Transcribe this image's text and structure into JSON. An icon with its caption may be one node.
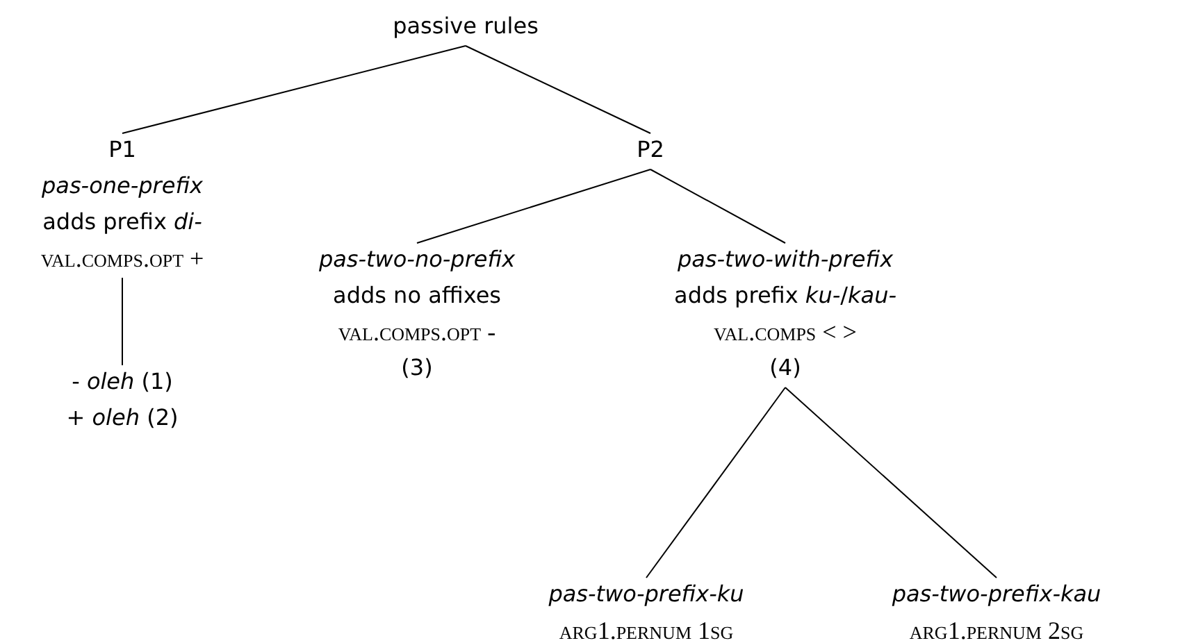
{
  "diagram": {
    "nodes": [
      {
        "text": [
          "passive rules"
        ]
      },
      {
        "text": [
          "P1",
          "pas-one-prefix",
          "adds prefix *di-*",
          "val.comps.opt +"
        ]
      },
      {
        "text": [
          "- *oleh* (1)",
          "+ *oleh* (2)"
        ]
      },
      {
        "text": [
          "P2"
        ]
      },
      {
        "text": [
          "pas-two-no-prefix",
          "adds no affixes",
          "val.comps.opt -",
          "(3)"
        ]
      },
      {
        "text": [
          "pas-two-with-prefix",
          "adds prefix *ku-*/*kau-*",
          "val.comps < >",
          "(4)"
        ]
      },
      {
        "text": [
          "pas-two-prefix-ku",
          "arg1.pernum 1sg"
        ]
      },
      {
        "text": [
          "pas-two-prefix-kau",
          "arg1.pernum 2sg"
        ]
      }
    ],
    "edges": [
      {
        "from": 0,
        "to": 1,
        "arrow": "none"
      },
      {
        "from": 0,
        "to": 3,
        "arrow": "none"
      },
      {
        "from": 1,
        "to": 2,
        "arrow": "none"
      },
      {
        "from": 3,
        "to": 4,
        "arrow": "none"
      },
      {
        "from": 3,
        "to": 5,
        "arrow": "none"
      },
      {
        "from": 5,
        "to": 6,
        "arrow": "none"
      },
      {
        "from": 5,
        "to": 7,
        "arrow": "none"
      }
    ]
  }
}
